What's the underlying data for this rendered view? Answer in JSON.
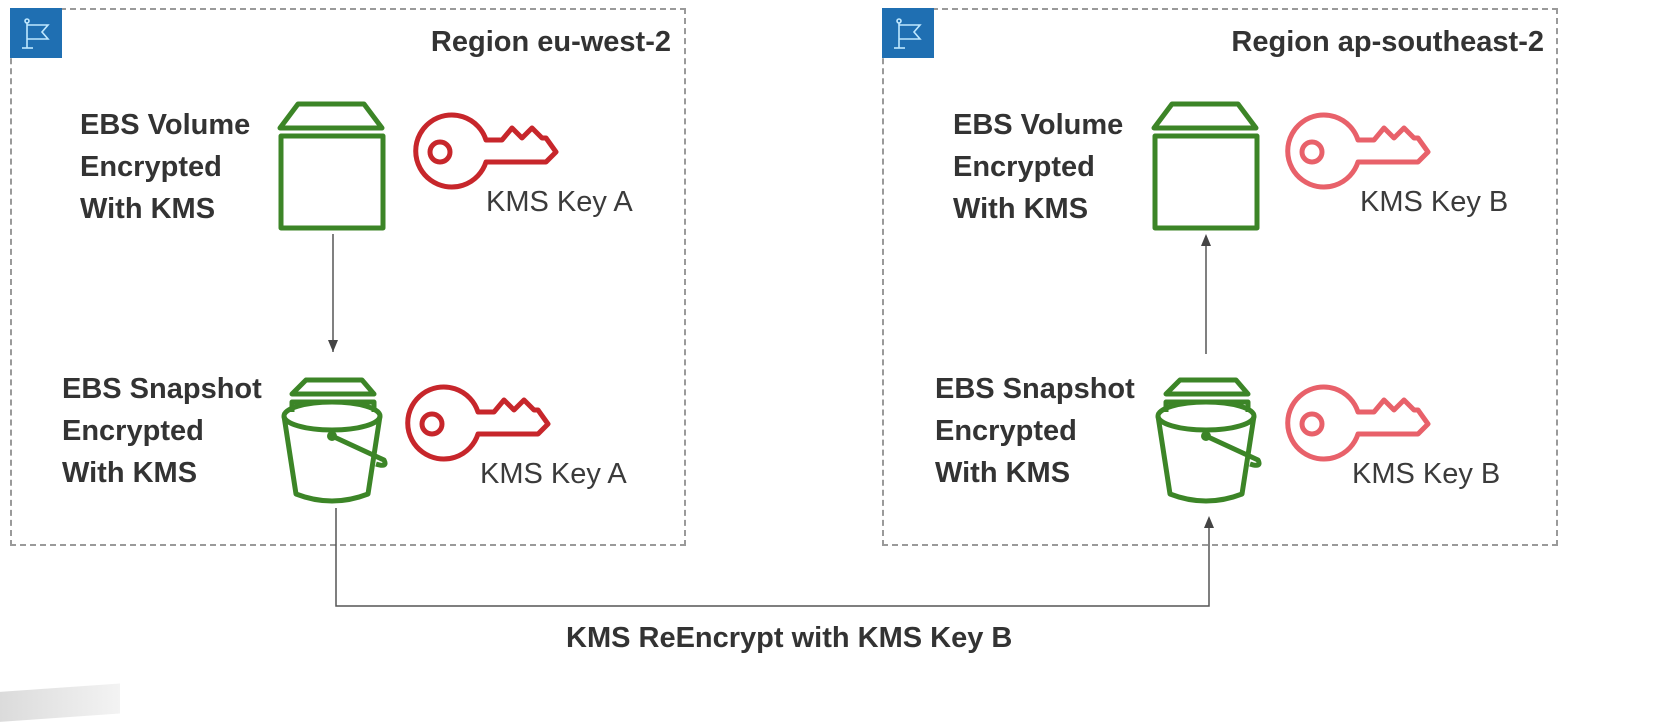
{
  "regions": [
    {
      "title": "Region eu-west-2",
      "volume": {
        "lines": [
          "EBS Volume",
          "Encrypted",
          "With KMS"
        ],
        "key_label": "KMS Key A"
      },
      "snapshot": {
        "lines": [
          "EBS Snapshot",
          "Encrypted",
          "With KMS"
        ],
        "key_label": "KMS Key A"
      },
      "key_color": "#c7262b"
    },
    {
      "title": "Region ap-southeast-2",
      "volume": {
        "lines": [
          "EBS Volume",
          "Encrypted",
          "With KMS"
        ],
        "key_label": "KMS Key B"
      },
      "snapshot": {
        "lines": [
          "EBS Snapshot",
          "Encrypted",
          "With KMS"
        ],
        "key_label": "KMS Key B"
      },
      "key_color": "#e8616a"
    }
  ],
  "caption": "KMS ReEncrypt with KMS Key B",
  "colors": {
    "ebs_green": "#3c8527",
    "region_flag_blue": "#1f6fb2",
    "arrow": "#444444"
  },
  "icons": {
    "region": "flag-icon",
    "volume": "ebs-volume-icon",
    "snapshot": "ebs-snapshot-bucket-icon",
    "key": "kms-key-icon"
  }
}
